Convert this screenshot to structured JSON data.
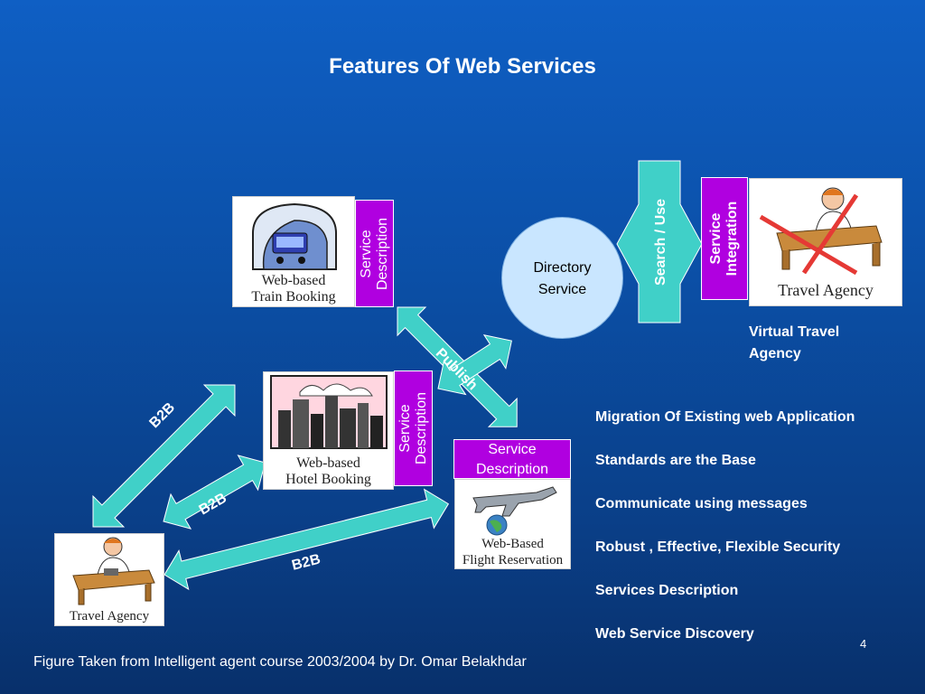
{
  "title": "Features Of  Web Services",
  "nodes": {
    "train": "Web-based\nTrain Booking",
    "hotel": "Web-based\nHotel Booking",
    "flight": "Web-Based\nFlight Reservation",
    "travel_agency": "Travel Agency",
    "virtual_card": "Travel Agency",
    "directory": "Directory\nService"
  },
  "tags": {
    "train_desc": "Service\nDescription",
    "hotel_desc": "Service\nDescription",
    "flight_desc": "Service\nDescription",
    "integration": "Service\nIntegration"
  },
  "arrows": {
    "b2b_train": "B2B",
    "b2b_hotel": "B2B",
    "b2b_flight": "B2B",
    "publish": "Publish",
    "search": "Search / Use"
  },
  "virtual_agency": "Virtual Travel\nAgency",
  "features": [
    "Migration Of Existing web Application",
    "Standards are the Base",
    "Communicate using messages",
    "Robust , Effective, Flexible Security",
    "Services Description",
    "Web Service Discovery"
  ],
  "page_number": "4",
  "footer": "Figure Taken from Intelligent agent course 2003/2004 by Dr. Omar Belakhdar",
  "colors": {
    "arrow": "#40d0c8",
    "tag": "#b000e0",
    "circle": "#c9e6ff"
  }
}
